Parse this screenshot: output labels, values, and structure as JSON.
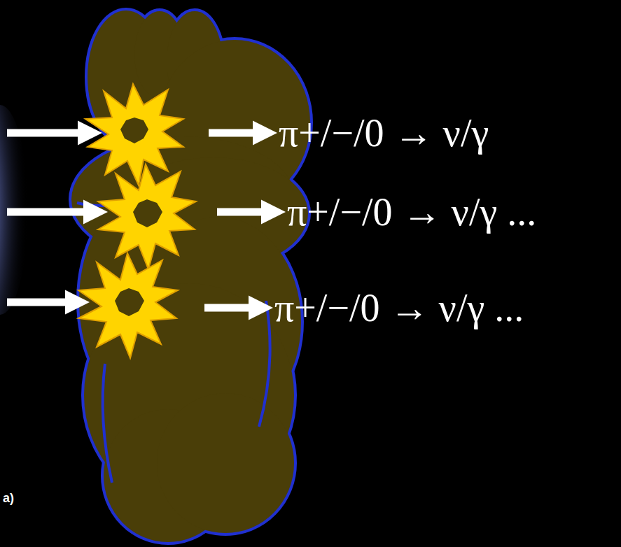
{
  "diagram": {
    "labels": [
      "π+/−/0 → ν/γ",
      "π+/−/0 → ν/γ ...",
      "π+/−/0 → ν/γ ...",
      "a)"
    ]
  }
}
